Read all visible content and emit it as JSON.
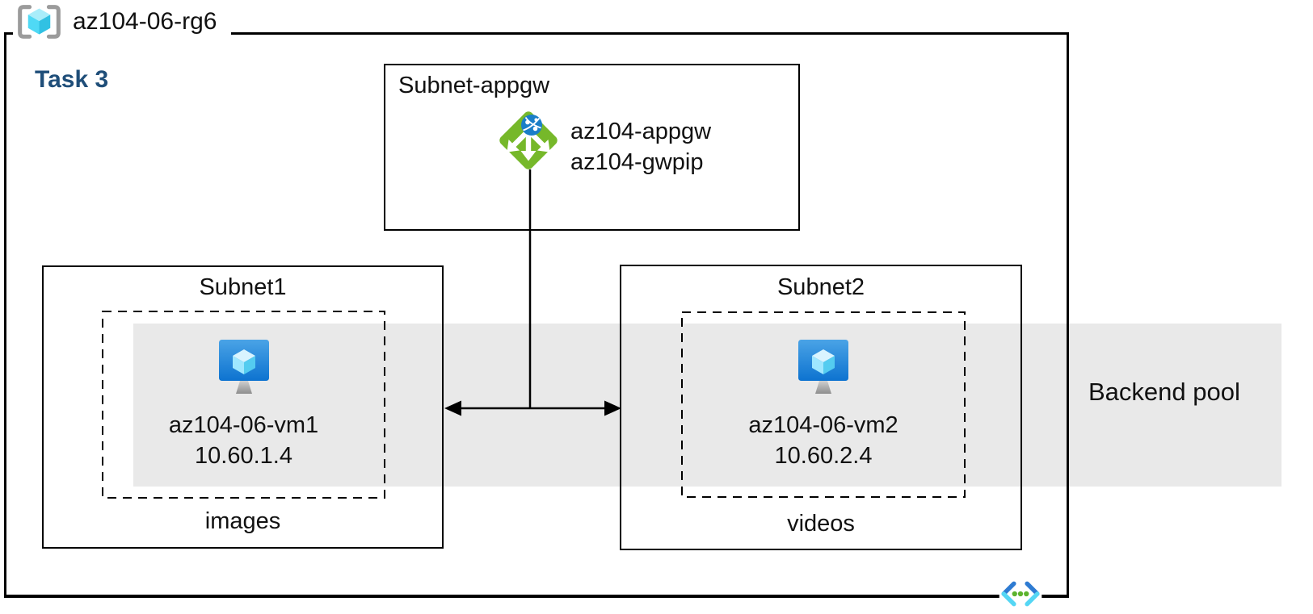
{
  "resource_group": {
    "name": "az104-06-rg6"
  },
  "task": {
    "label": "Task 3"
  },
  "appgw_subnet": {
    "label": "Subnet-appgw",
    "gateway_name": "az104-appgw",
    "gateway_pip": "az104-gwpip"
  },
  "subnet1": {
    "label": "Subnet1",
    "vm_name": "az104-06-vm1",
    "vm_ip": "10.60.1.4",
    "caption": "images"
  },
  "subnet2": {
    "label": "Subnet2",
    "vm_name": "az104-06-vm2",
    "vm_ip": "10.60.2.4",
    "caption": "videos"
  },
  "backend_pool": {
    "label": "Backend pool"
  },
  "colors": {
    "task_label_blue": "#1F4E79",
    "backend_band_gray": "#E9E9E9",
    "border_black": "#000000",
    "appgw_green": "#76B82A",
    "globe_blue": "#1A7EC8",
    "vm_monitor_blue_top": "#4AA3E6",
    "vm_monitor_blue_bottom": "#0D73D0",
    "cube_cyan": "#50E6FF",
    "rg_bracket_gray": "#9B9B9B",
    "vnet_chevron_blue": "#2E7BD2",
    "vnet_chevron_cyan": "#55D6F4",
    "vnet_dot_green": "#5CB32E"
  },
  "icons": {
    "resource_group": "resource-group-icon",
    "application_gateway": "application-gateway-icon",
    "virtual_machine": "virtual-machine-icon",
    "virtual_network": "virtual-network-icon"
  }
}
